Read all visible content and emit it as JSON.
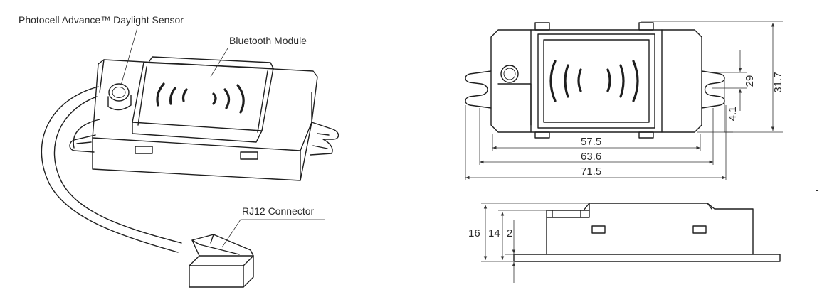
{
  "labels": {
    "photocell": "Photocell Advance™ Daylight Sensor",
    "bluetooth": "Bluetooth Module",
    "rj12": "RJ12 Connector"
  },
  "dimensions": {
    "width_inner": "57.5",
    "width_mid": "63.6",
    "width_outer": "71.5",
    "height_total": "31.7",
    "height_mount": "29",
    "offset": "4.1",
    "side_total": "16",
    "side_body": "14",
    "side_base": "2"
  },
  "stray_mark": "-"
}
